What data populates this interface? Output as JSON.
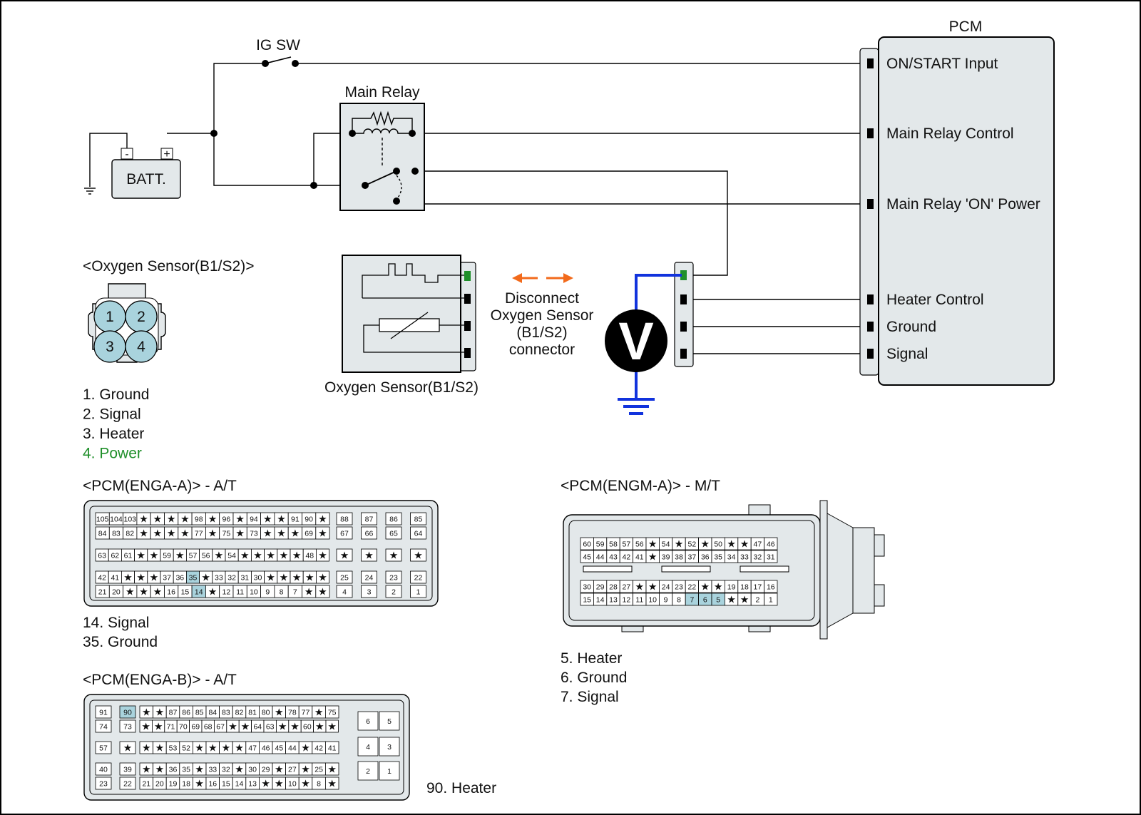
{
  "circuit": {
    "ig_sw": "IG SW",
    "main_relay": "Main Relay",
    "battery": "BATT.",
    "battery_minus": "-",
    "battery_plus": "+",
    "pcm_title": "PCM",
    "pcm_pins": [
      "ON/START Input",
      "Main Relay Control",
      "Main Relay 'ON' Power",
      "Heater Control",
      "Ground",
      "Signal"
    ],
    "sensor_label": "Oxygen Sensor(B1/S2)",
    "disconnect_text": [
      "Disconnect",
      "Oxygen Sensor",
      "(B1/S2)",
      "connector"
    ],
    "voltmeter": "V",
    "wire_color": "#000000",
    "measure_color": "#1133dd",
    "arrow_color": "#f26a1b",
    "power_pin_color": "#1f8f2a"
  },
  "sensor_connector": {
    "title": "<Oxygen Sensor(B1/S2)>",
    "pins": [
      "1",
      "2",
      "3",
      "4"
    ],
    "legend": [
      "1. Ground",
      "2. Signal",
      "3. Heater",
      "4. Power"
    ],
    "highlight_color": "#a9d3dd",
    "legend_power_color": "#1f8f2a"
  },
  "enga_a": {
    "title": "<PCM(ENGA-A)> - A/T",
    "rows": [
      [
        "105",
        "104",
        "103",
        "★",
        "★",
        "★",
        "★",
        "98",
        "★",
        "96",
        "★",
        "94",
        "★",
        "★",
        "91",
        "90",
        "★"
      ],
      [
        "84",
        "83",
        "82",
        "★",
        "★",
        "★",
        "★",
        "77",
        "★",
        "75",
        "★",
        "73",
        "★",
        "★",
        "★",
        "69",
        "★"
      ],
      [
        "63",
        "62",
        "61",
        "★",
        "★",
        "59",
        "★",
        "57",
        "56",
        "★",
        "54",
        "★",
        "★",
        "★",
        "★",
        "★",
        "48",
        "★"
      ],
      [
        "42",
        "41",
        "★",
        "★",
        "★",
        "37",
        "36",
        "35",
        "★",
        "33",
        "32",
        "31",
        "30",
        "★",
        "★",
        "★",
        "★",
        "★"
      ],
      [
        "21",
        "20",
        "★",
        "★",
        "★",
        "16",
        "15",
        "14",
        "★",
        "12",
        "11",
        "10",
        "9",
        "8",
        "7",
        "★",
        "★"
      ]
    ],
    "right_rows": [
      [
        "88",
        "87",
        "86",
        "85"
      ],
      [
        "67",
        "66",
        "65",
        "64"
      ],
      [
        "★",
        "★",
        "★",
        "★"
      ],
      [
        "25",
        "24",
        "23",
        "22"
      ],
      [
        "4",
        "3",
        "2",
        "1"
      ]
    ],
    "highlight": [
      "35",
      "14"
    ],
    "legend": [
      "14. Signal",
      "35. Ground"
    ]
  },
  "enga_b": {
    "title": "<PCM(ENGA-B)> - A/T",
    "rows": [
      [
        "91",
        "90",
        "★",
        "★",
        "87",
        "86",
        "85",
        "84",
        "83",
        "82",
        "81",
        "80",
        "★",
        "78",
        "77",
        "★",
        "75"
      ],
      [
        "74",
        "73",
        "★",
        "★",
        "71",
        "70",
        "69",
        "68",
        "67",
        "★",
        "★",
        "64",
        "63",
        "★",
        "★",
        "60",
        "★",
        "★"
      ],
      [
        "57",
        "★",
        "★",
        "★",
        "53",
        "52",
        "★",
        "★",
        "★",
        "★",
        "47",
        "46",
        "45",
        "44",
        "★",
        "42",
        "41"
      ],
      [
        "40",
        "39",
        "★",
        "★",
        "36",
        "35",
        "★",
        "33",
        "32",
        "★",
        "30",
        "29",
        "★",
        "27",
        "★",
        "25",
        "★"
      ],
      [
        "23",
        "22",
        "21",
        "20",
        "19",
        "18",
        "★",
        "16",
        "15",
        "14",
        "13",
        "★",
        "★",
        "10",
        "★",
        "8",
        "★"
      ]
    ],
    "right_rows": [
      [
        "6",
        "5"
      ],
      [
        "4",
        "3"
      ],
      [
        "2",
        "1"
      ]
    ],
    "highlight": [
      "90"
    ],
    "legend": [
      "90. Heater"
    ]
  },
  "engm_a": {
    "title": "<PCM(ENGM-A)> - M/T",
    "rows": [
      [
        "60",
        "59",
        "58",
        "57",
        "56",
        "★",
        "54",
        "★",
        "52",
        "★",
        "50",
        "★",
        "★",
        "47",
        "46"
      ],
      [
        "45",
        "44",
        "43",
        "42",
        "41",
        "★",
        "39",
        "38",
        "37",
        "36",
        "35",
        "34",
        "33",
        "32",
        "31"
      ],
      [
        "30",
        "29",
        "28",
        "27",
        "★",
        "★",
        "24",
        "23",
        "22",
        "★",
        "★",
        "19",
        "18",
        "17",
        "16"
      ],
      [
        "15",
        "14",
        "13",
        "12",
        "11",
        "10",
        "9",
        "8",
        "7",
        "6",
        "5",
        "★",
        "★",
        "2",
        "1"
      ]
    ],
    "highlight": [
      "7",
      "6",
      "5"
    ],
    "legend": [
      "5. Heater",
      "6. Ground",
      "7. Signal"
    ]
  }
}
